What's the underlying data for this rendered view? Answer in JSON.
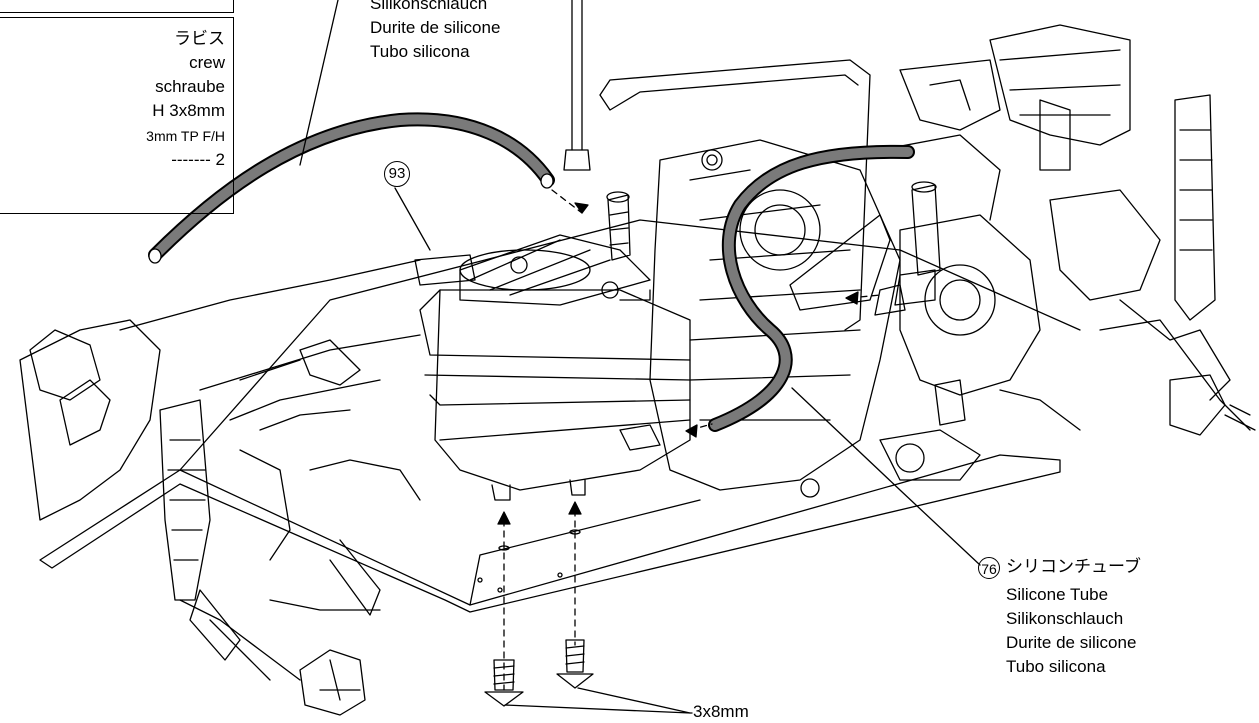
{
  "legend": {
    "line1": "ラビス",
    "line2": "crew",
    "line3": "schraube",
    "line4": "H 3x8mm",
    "line5": "3mm TP F/H",
    "line6": "------- 2"
  },
  "top_label": {
    "line1": "Silikonschlauch",
    "line2": "Durite de silicone",
    "line3": "Tubo silicona"
  },
  "part_93": {
    "number": "93"
  },
  "part_76": {
    "number": "76",
    "jp": "シリコンチューブ",
    "en": "Silicone Tube",
    "de": "Silikonschlauch",
    "fr": "Durite de silicone",
    "es": "Tubo silicona"
  },
  "screw_label": "3x8mm"
}
